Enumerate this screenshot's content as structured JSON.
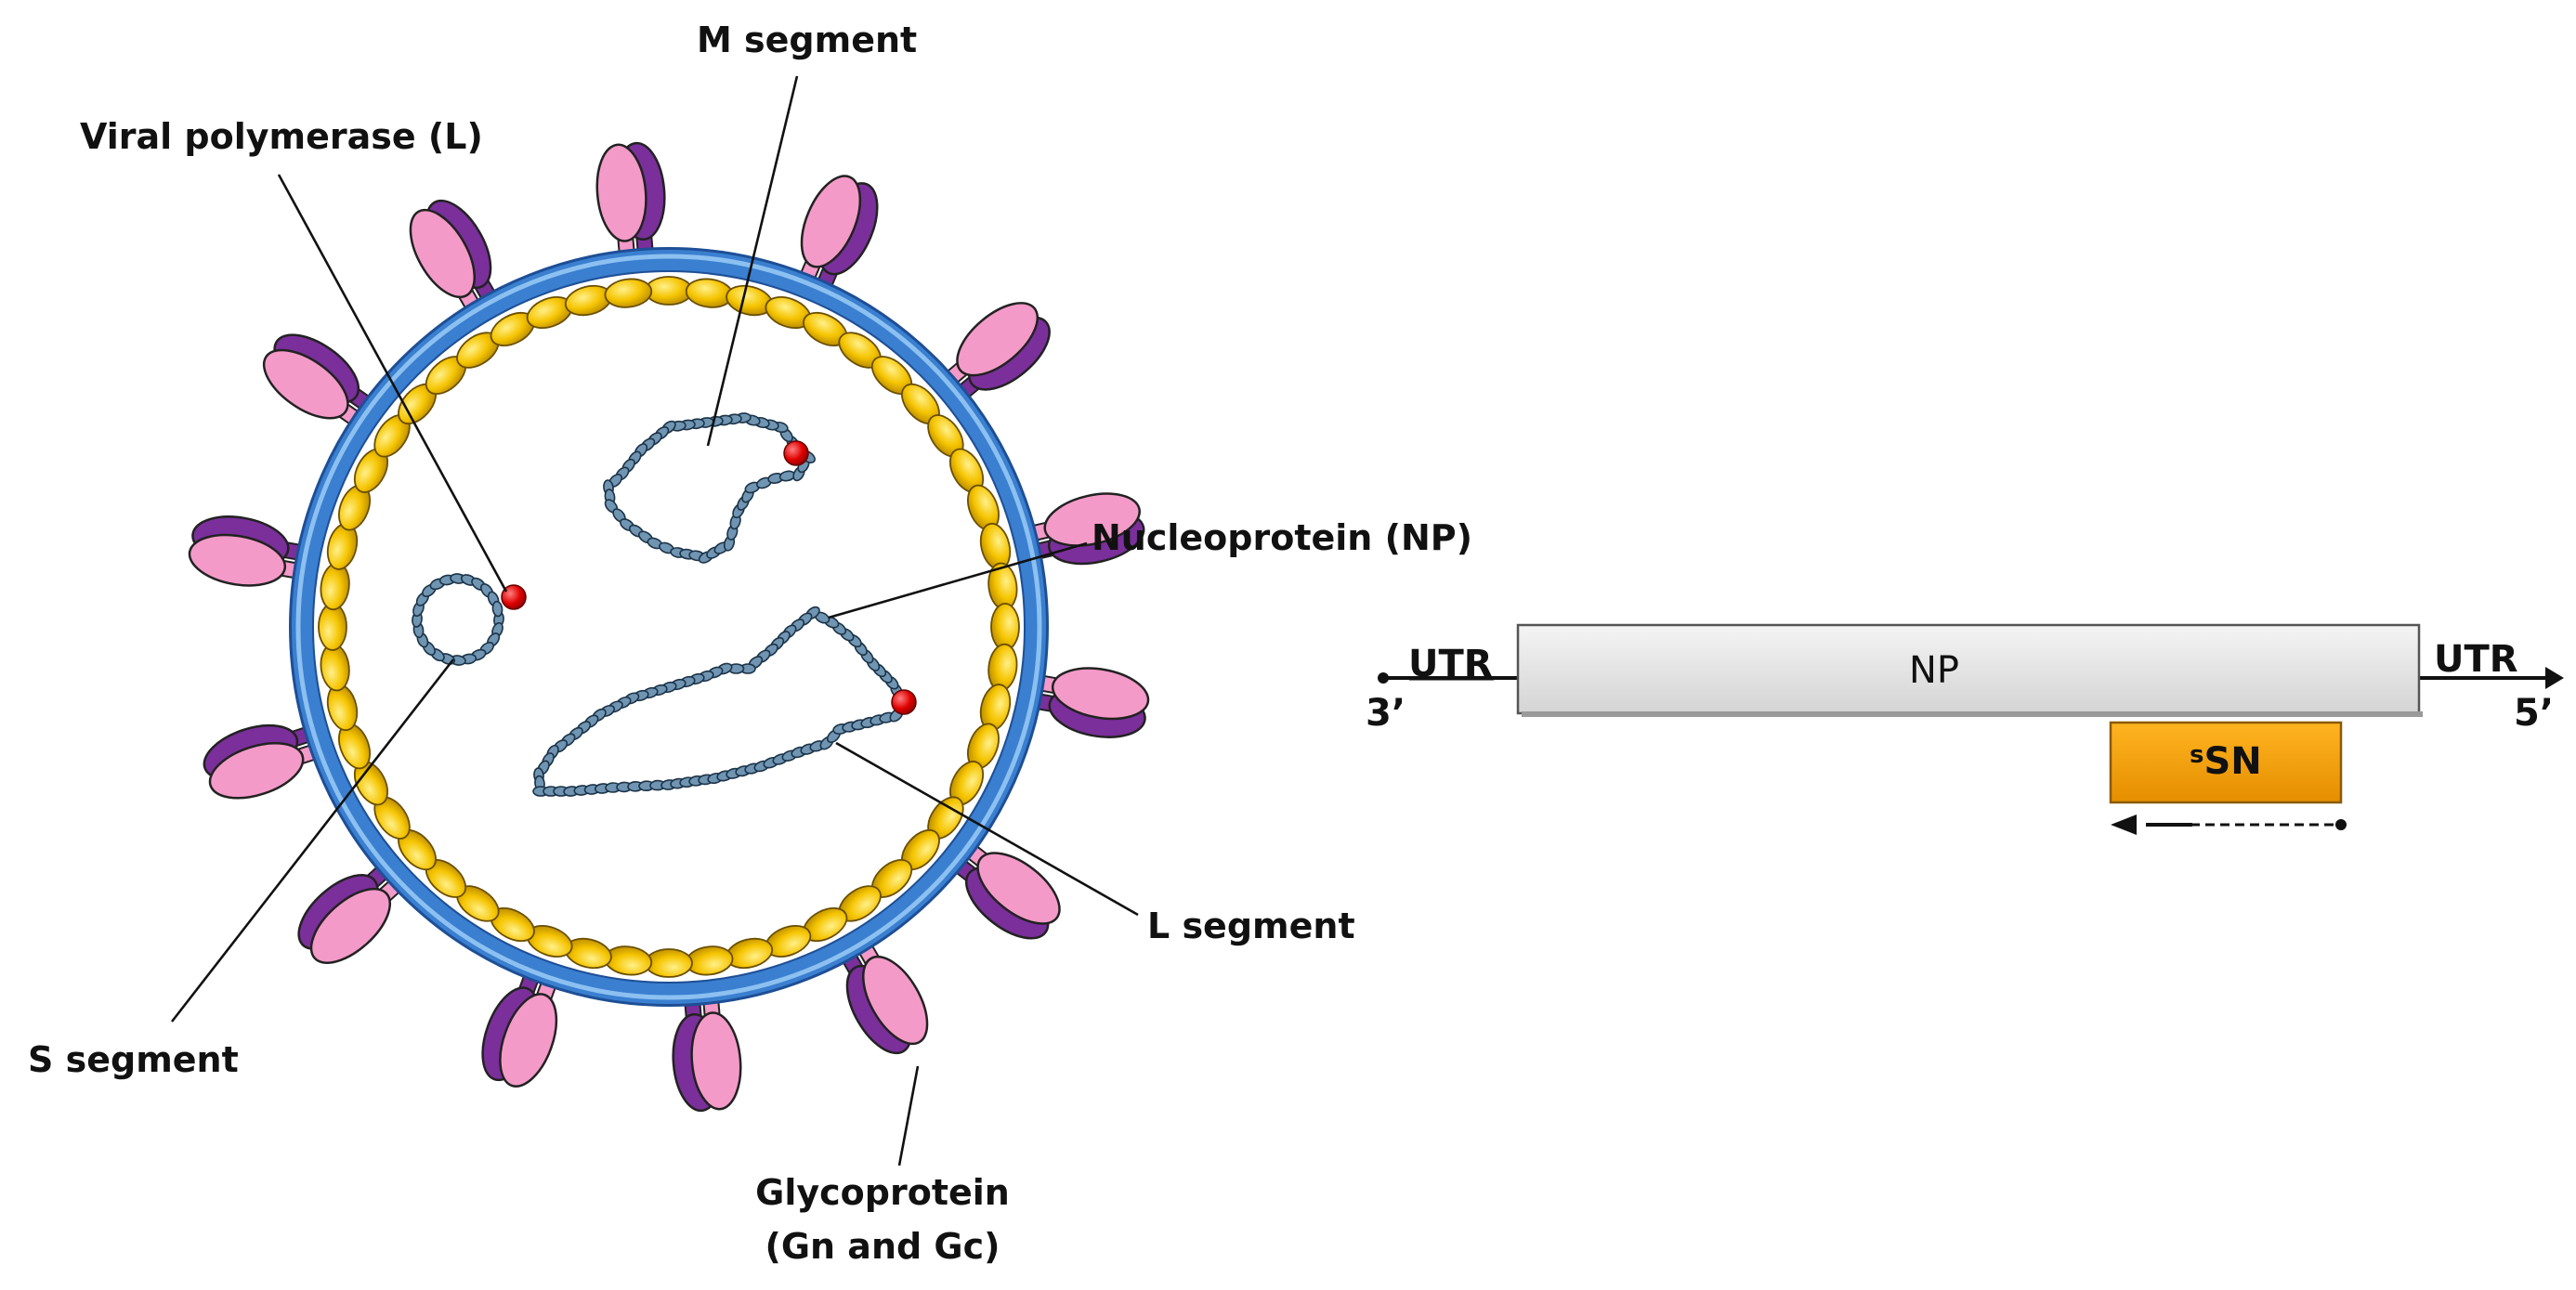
{
  "labels": {
    "m_segment": "M segment",
    "viral_polymerase": "Viral polymerase (L)",
    "nucleoprotein": "Nucleoprotein (NP)",
    "l_segment": "L segment",
    "s_segment": "S segment",
    "glycoprotein_line1": "Glycoprotein",
    "glycoprotein_line2": "(Gn and Gc)"
  },
  "genome": {
    "utr_left": "UTR",
    "utr_right": "UTR",
    "end_3": "3’",
    "end_5": "5’",
    "np_label": "NP",
    "nss_superscript": "s",
    "nss_text": "SN"
  },
  "colors": {
    "envelope_blue": "#3a7fd0",
    "nucleoprotein_yellow": "#f2c100",
    "glycoprotein_pink": "#f49ac8",
    "glycoprotein_purple": "#7a2f9a",
    "rna_blue": "#6f95b3",
    "polymerase_red": "#e01010",
    "np_box": "#e6e6e6",
    "nss_box": "#f5a300"
  },
  "icons": [
    "virion-icon",
    "polymerase-icon",
    "rna-segment-icon",
    "glycoprotein-spike-icon"
  ]
}
